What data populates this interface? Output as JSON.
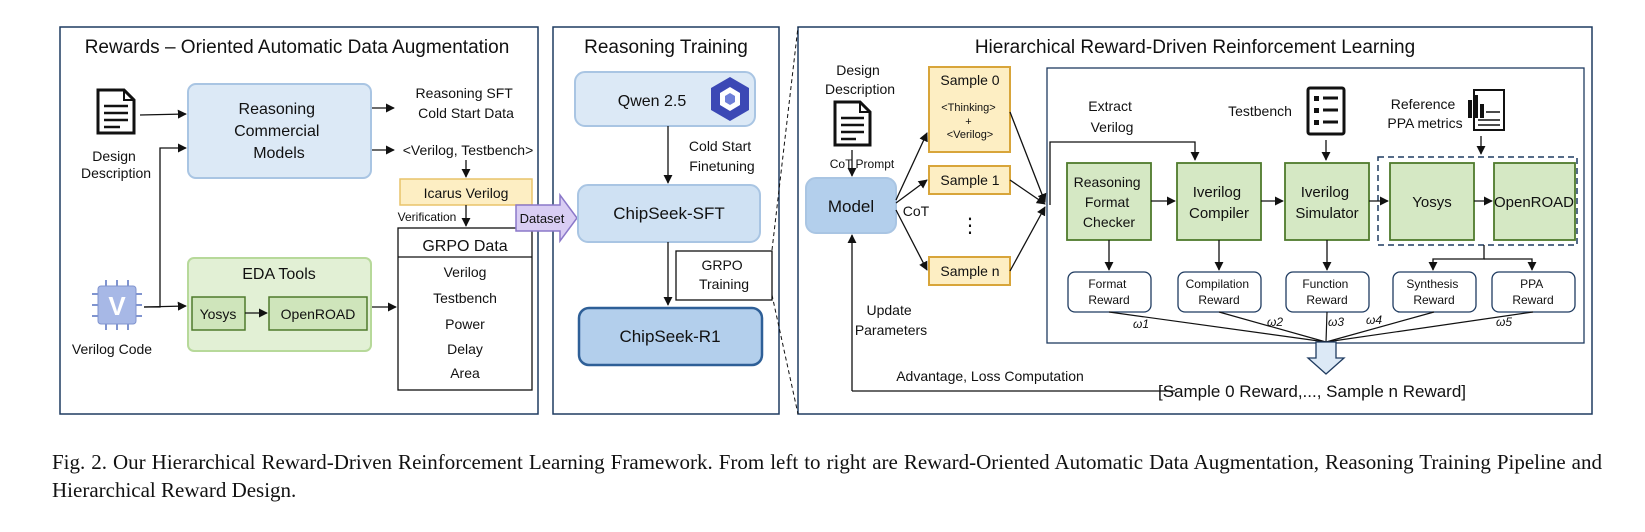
{
  "panels": {
    "left_title": "Rewards – Oriented Automatic Data Augmentation",
    "mid_title": "Reasoning Training",
    "right_title": "Hierarchical Reward-Driven Reinforcement Learning"
  },
  "left": {
    "design_desc": [
      "Design",
      "Description"
    ],
    "verilog_code": "Verilog Code",
    "commercial_models": [
      "Reasoning",
      "Commercial",
      "Models"
    ],
    "sft_data": [
      "Reasoning SFT",
      "Cold Start Data"
    ],
    "verilog_testbench": "<Verilog, Testbench>",
    "icarus": "Icarus Verilog",
    "verification": "Verification",
    "eda_tools": "EDA Tools",
    "yosys": "Yosys",
    "openroad": "OpenROAD",
    "grpo_data_title": "GRPO Data",
    "grpo_items": [
      "Verilog",
      "Testbench",
      "Power",
      "Delay",
      "Area"
    ],
    "dataset": "Dataset"
  },
  "mid": {
    "qwen": "Qwen 2.5",
    "cold_start": [
      "Cold Start",
      "Finetuning"
    ],
    "sft": "ChipSeek-SFT",
    "grpo_training": [
      "GRPO",
      "Training"
    ],
    "r1": "ChipSeek-R1"
  },
  "right": {
    "design_desc": [
      "Design",
      "Description"
    ],
    "cot_prompt": "CoT Prompt",
    "model": "Model",
    "cot": "CoT",
    "sample0": "Sample 0",
    "sample0_detail": [
      "<Thinking>",
      "+",
      "<Verilog>"
    ],
    "sample1": "Sample 1",
    "dots": "⋮",
    "samplen": "Sample n",
    "extract_verilog": [
      "Extract",
      "Verilog"
    ],
    "testbench": "Testbench",
    "reference": [
      "Reference",
      "PPA metrics"
    ],
    "format_checker": [
      "Reasoning",
      "Format",
      "Checker"
    ],
    "iverilog_compiler": [
      "Iverilog",
      "Compiler"
    ],
    "iverilog_simulator": [
      "Iverilog",
      "Simulator"
    ],
    "yosys": "Yosys",
    "openroad": "OpenROAD",
    "rewards": [
      [
        "Format",
        "Reward"
      ],
      [
        "Compilation",
        "Reward"
      ],
      [
        "Function",
        "Reward"
      ],
      [
        "Synthesis",
        "Reward"
      ],
      [
        "PPA",
        "Reward"
      ]
    ],
    "weights": [
      "ω1",
      "ω2",
      "ω3",
      "ω4",
      "ω5"
    ],
    "update_params": [
      "Update",
      "Parameters"
    ],
    "advantage": "Advantage, Loss Computation",
    "sample_rewards": "[Sample 0 Reward,..., Sample n Reward]"
  },
  "colors": {
    "blue_fill": "#dce9f6",
    "blue_stroke": "#a9c5e3",
    "green_fill": "#d5e8c4",
    "green_stroke": "#4f7a2c",
    "yellow_fill": "#fdeec3",
    "yellow_stroke": "#d8a53a",
    "dark_blue": "#2e5f97"
  },
  "caption": "Fig. 2.  Our Hierarchical Reward-Driven Reinforcement Learning Framework. From left to right are Reward-Oriented Automatic Data Augmentation, Reasoning Training Pipeline and Hierarchical Reward Design."
}
